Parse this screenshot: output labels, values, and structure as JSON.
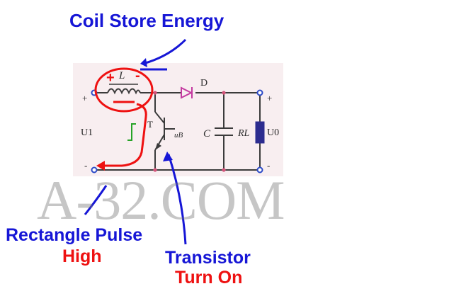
{
  "annotations": {
    "title": "Coil Store Energy",
    "pulse_label": "Rectangle Pulse",
    "pulse_state": "High",
    "transistor_label": "Transistor",
    "transistor_state": "Turn On",
    "coil_plus": "+",
    "coil_minus": "-"
  },
  "circuit": {
    "inductor": "L",
    "diode": "D",
    "transistor": "T",
    "base_voltage": "uB",
    "capacitor": "C",
    "load": "RL",
    "input": "U1",
    "output": "U0",
    "in_plus": "+",
    "in_minus": "-",
    "out_plus": "+",
    "out_minus": "-"
  },
  "watermark": "A-32.COM",
  "colors": {
    "annotation_blue": "#1616d6",
    "annotation_red": "#ee1111",
    "circuit_panel": "#f8eef0",
    "wire": "#3b3b3b",
    "node": "#d4547a",
    "terminal": "#2b49c7",
    "pulse": "#27a327",
    "diode": "#c43aa0"
  }
}
